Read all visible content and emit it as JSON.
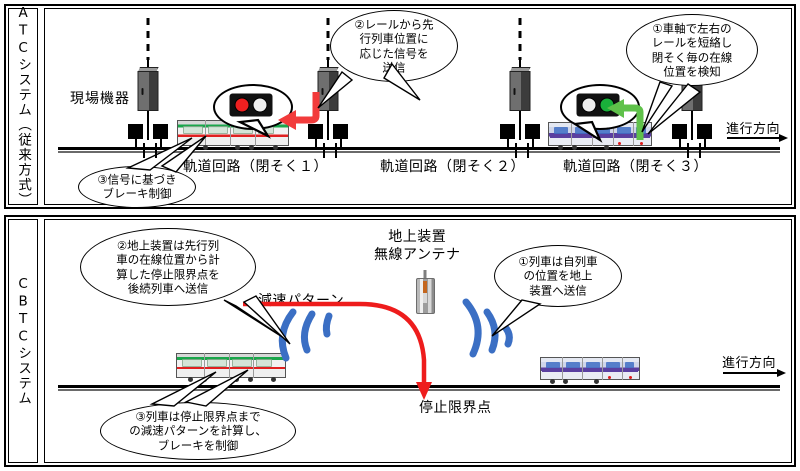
{
  "atc": {
    "side_label": "ATCシステム（従来方式）",
    "field_equipment_label": "現場機器",
    "track_circuits": [
      "軌道回路（閉そく１）",
      "軌道回路（閉そく２）",
      "軌道回路（閉そく３）"
    ],
    "direction_label": "進行方向",
    "callouts": {
      "one": "①車軸で左右の\nレールを短絡し\n閉そく毎の在線\n位置を検知",
      "two": "②レールから先\n行列車位置に\n応じた信号を\n送信",
      "three": "③信号に基づき\nブレーキ制御"
    },
    "signals": {
      "left_aspect": {
        "lamp1": "red-lamp",
        "lamp2": "white-lamp",
        "colors": [
          "#ef2020",
          "#efefef"
        ]
      },
      "right_aspect": {
        "lamp1": "white-lamp",
        "lamp2": "green-lamp",
        "colors": [
          "#efefef",
          "#19b03a"
        ]
      }
    },
    "arrow_colors": {
      "left_arrow": "#f23b3b",
      "right_arrow": "#5fc14a"
    }
  },
  "cbtc": {
    "side_label": "CBTCシステム",
    "ground_device_label": "地上装置\n無線アンテナ",
    "decel_pattern_label": "減速パターン",
    "stop_limit_label": "停止限界点",
    "direction_label": "進行方向",
    "callouts": {
      "one": "①列車は自列車\nの位置を地上\n装置へ送信",
      "two": "②地上装置は先行列\n車の在線位置から計\n算した停止限界点を\n後続列車へ送信",
      "three": "③列車は停止限界点まで\nの減速パターンを計算し、\nブレーキを制御"
    },
    "colors": {
      "pattern": "#ee1c1c",
      "radio_wave": "#3b6fc4"
    }
  }
}
